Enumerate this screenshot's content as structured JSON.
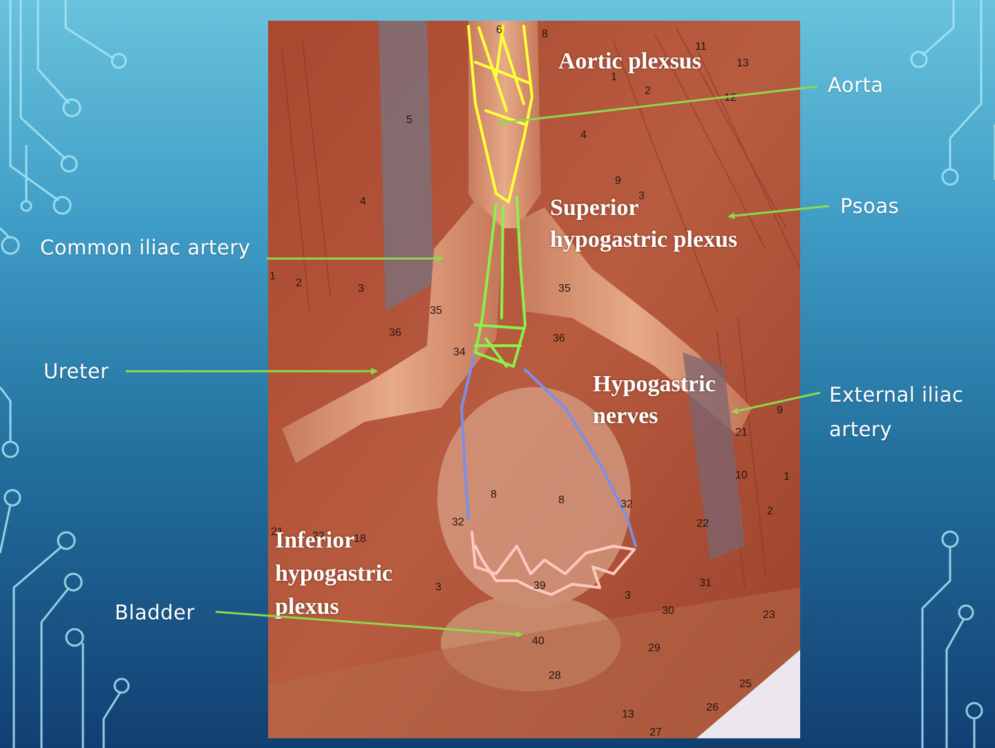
{
  "colors": {
    "nerve_aortic": "#ffff3a",
    "nerve_superior": "#8cf04a",
    "nerve_hypogastric": "#7b8fe8",
    "nerve_inferior": "#ffc8c0",
    "arrow": "#8ed84e",
    "tissue": "#b4553a"
  },
  "callouts": {
    "aorta": "Aorta",
    "psoas": "Psoas",
    "common_iliac": "Common iliac artery",
    "ureter": "Ureter",
    "external_iliac_1": "External iliac",
    "external_iliac_2": "artery",
    "bladder": "Bladder"
  },
  "photo_labels": {
    "aortic_plexus": "Aortic plexsus",
    "superior_1": "Superior",
    "superior_2": "hypogastric plexus",
    "hypogastric_1": "Hypogastric",
    "hypogastric_2": "nerves",
    "inferior_1": "Inferior",
    "inferior_2": "hypogastric",
    "inferior_3": "plexus"
  },
  "photo_numbers": [
    "6",
    "8",
    "11",
    "13",
    "1",
    "2",
    "12",
    "5",
    "4",
    "9",
    "3",
    "4",
    "1",
    "2",
    "3",
    "35",
    "35",
    "36",
    "36",
    "34",
    "8",
    "8",
    "32",
    "32",
    "21",
    "22",
    "18",
    "21",
    "10",
    "1",
    "2",
    "9",
    "22",
    "3",
    "3",
    "31",
    "30",
    "23",
    "39",
    "40",
    "29",
    "28",
    "25",
    "26",
    "13",
    "27"
  ]
}
